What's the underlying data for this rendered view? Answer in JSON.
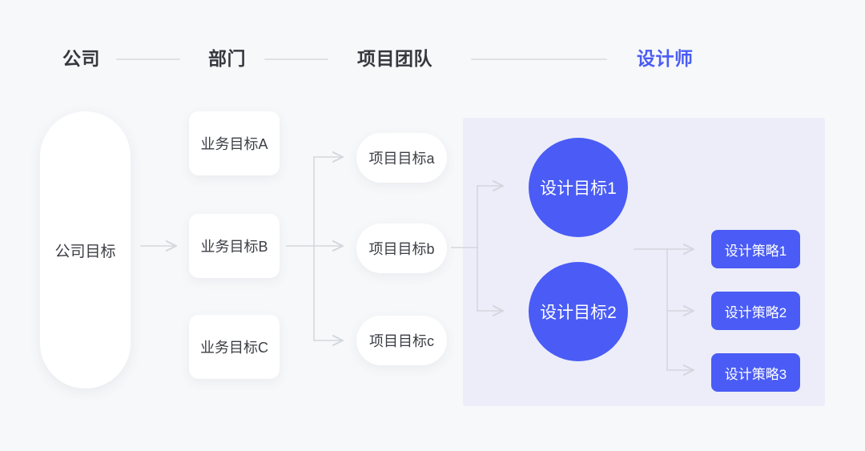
{
  "page": {
    "background_color": "#f7f8fa",
    "accent_color": "#4a5cf5",
    "panel_color": "#ecedf9",
    "line_color": "#d4d7dd",
    "text_color": "#3b3e44"
  },
  "header": {
    "levels": [
      {
        "label": "公司",
        "accent": false
      },
      {
        "label": "部门",
        "accent": false
      },
      {
        "label": "项目团队",
        "accent": false
      },
      {
        "label": "设计师",
        "accent": true
      }
    ]
  },
  "diagram": {
    "company": {
      "label": "公司目标"
    },
    "business_goals": [
      {
        "label": "业务目标A"
      },
      {
        "label": "业务目标B"
      },
      {
        "label": "业务目标C"
      }
    ],
    "project_goals": [
      {
        "label": "项目目标a"
      },
      {
        "label": "项目目标b"
      },
      {
        "label": "项目目标c"
      }
    ],
    "design_goals": [
      {
        "label": "设计目标1"
      },
      {
        "label": "设计目标2"
      }
    ],
    "design_strategies": [
      {
        "label": "设计策略1"
      },
      {
        "label": "设计策略2"
      },
      {
        "label": "设计策略3"
      }
    ]
  }
}
